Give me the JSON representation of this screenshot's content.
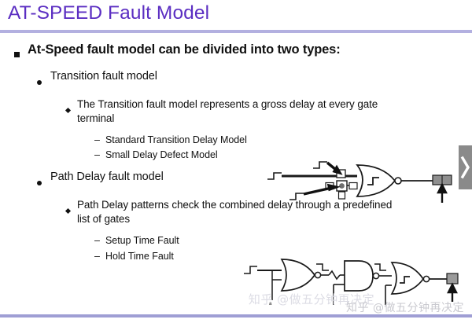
{
  "slide": {
    "title": "AT-SPEED Fault Model",
    "accent_color": "#5b2ec2",
    "rule_color": "#b3b0e0",
    "background": "#ffffff"
  },
  "content": {
    "level1": {
      "bullet_glyph": "square",
      "text": "At-Speed fault model can be divided into two types:"
    },
    "sections": [
      {
        "bullet_glyph": "disc",
        "heading": "Transition fault model",
        "details": [
          {
            "bullet_glyph": "diamond",
            "text": "The Transition fault model represents a gross delay at every gate terminal"
          }
        ],
        "dashes": [
          {
            "bullet_glyph": "dash",
            "text": "Standard Transition Delay Model"
          },
          {
            "bullet_glyph": "dash",
            "text": "Small Delay Defect Model"
          }
        ]
      },
      {
        "bullet_glyph": "disc",
        "heading": "Path Delay fault model",
        "details": [
          {
            "bullet_glyph": "diamond",
            "text": "Path Delay patterns check the combined delay through a predefined list of gates"
          }
        ],
        "dashes": [
          {
            "bullet_glyph": "dash",
            "text": "Setup Time Fault"
          },
          {
            "bullet_glyph": "dash",
            "text": "Hold Time Fault"
          }
        ]
      }
    ]
  },
  "figures": {
    "transition": {
      "name": "transition-fault-circuit",
      "description": "NOR gate with rising-edge waveform markers on inputs and arrows pointing at a faulty gate terminal node, output to a block with an up arrow",
      "gate_type": "NOR",
      "annotation_label": ""
    },
    "path_delay": {
      "name": "path-delay-circuit",
      "description": "Chain of three gates NOR to NAND to NOR with rising-edge waveform markers along the path and an up arrow at the endpoint block",
      "gate_chain": [
        "NOR",
        "NAND",
        "NOR"
      ],
      "input_label": "a"
    }
  },
  "nav": {
    "next_label": "next-slide",
    "chevron_color": "#8a8a8a"
  },
  "watermark": {
    "brand": "知乎",
    "handle": "@做五分钟再决定",
    "full": "知乎 @做五分钟再决定"
  }
}
